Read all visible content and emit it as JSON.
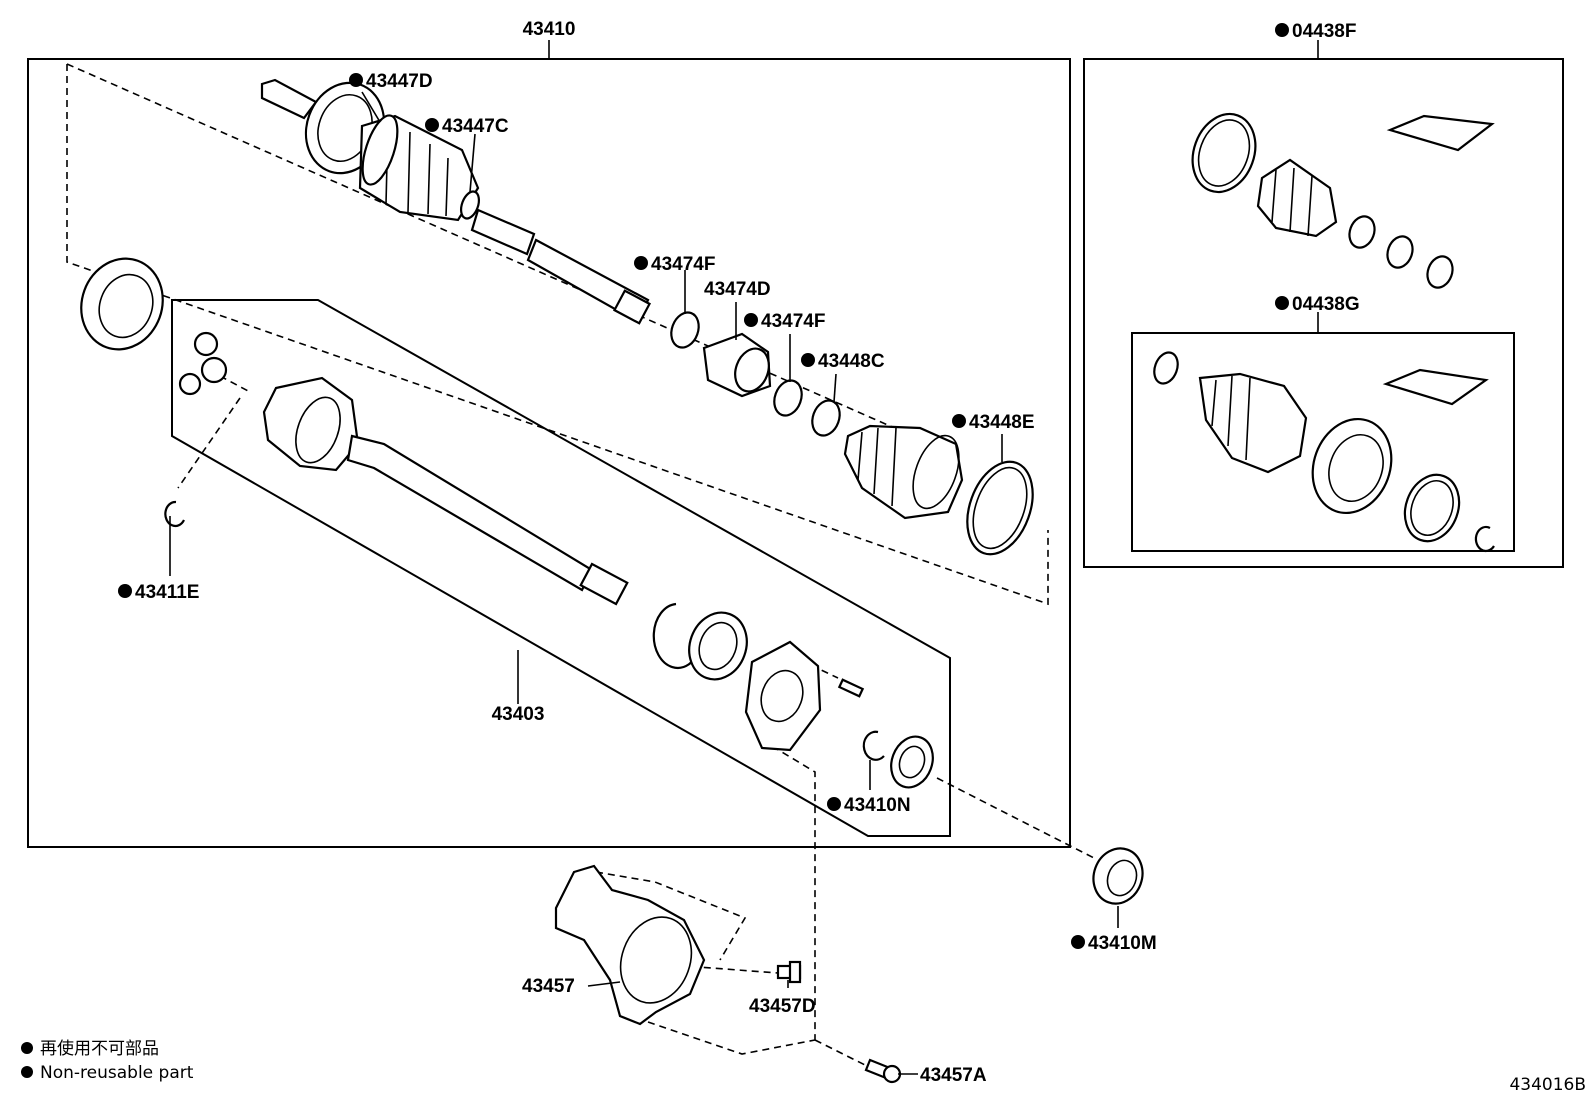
{
  "labels": {
    "p43410": "43410",
    "p43447D": "43447D",
    "p43447C": "43447C",
    "p43474F_a": "43474F",
    "p43474D": "43474D",
    "p43474F_b": "43474F",
    "p43448C": "43448C",
    "p43448E": "43448E",
    "p43411E": "43411E",
    "p43403": "43403",
    "p43410N": "43410N",
    "p43410M": "43410M",
    "p43457": "43457",
    "p43457D": "43457D",
    "p43457A": "43457A",
    "p04438F": "04438F",
    "p04438G": "04438G"
  },
  "legend": {
    "line_jp": "再使用不可部品",
    "line_en": "Non-reusable part"
  },
  "figure_code": "434016B"
}
